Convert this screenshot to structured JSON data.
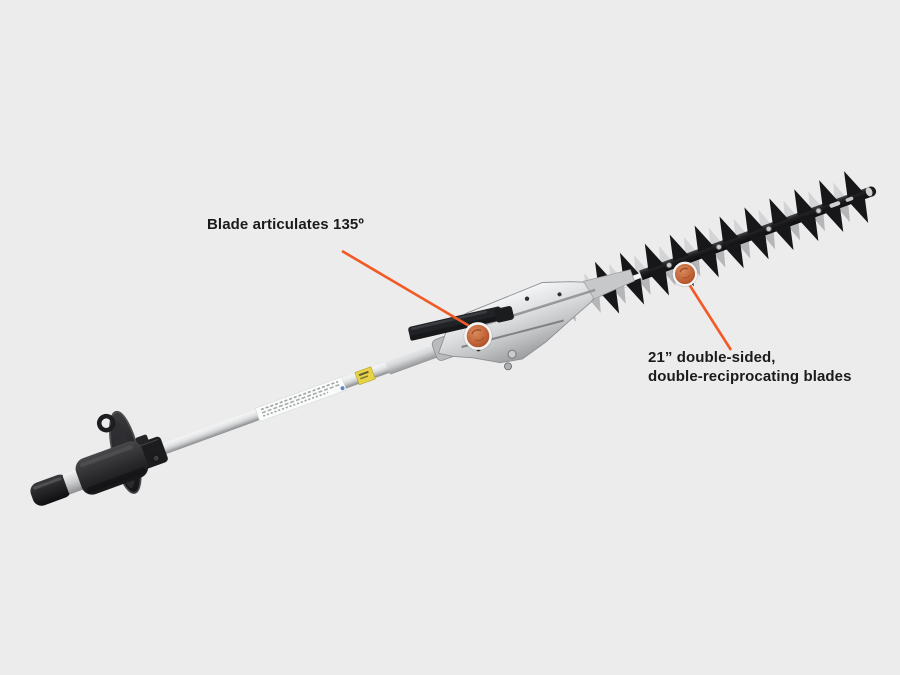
{
  "callouts": {
    "articulation": {
      "text": "Blade articulates 135º"
    },
    "blades": {
      "line1": "21” double-sided,",
      "line2": "double-reciprocating blades"
    }
  },
  "colors": {
    "background": "#ececed",
    "callout_accent": "#f15a24",
    "knob_orange": "#c0602f",
    "label_text": "#1b1b1b"
  }
}
